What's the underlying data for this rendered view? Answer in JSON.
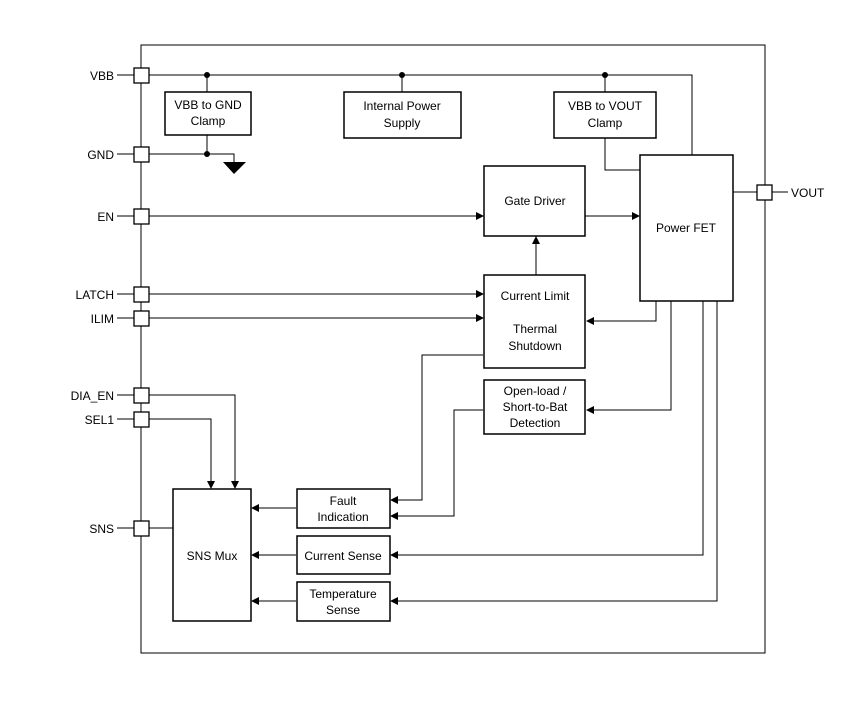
{
  "pins": {
    "vbb": "VBB",
    "gnd": "GND",
    "en": "EN",
    "latch": "LATCH",
    "ilim": "ILIM",
    "dia_en": "DIA_EN",
    "sel1": "SEL1",
    "sns": "SNS",
    "vout": "VOUT"
  },
  "blocks": {
    "vbb_gnd_clamp": [
      "VBB to GND",
      "Clamp"
    ],
    "internal_power_supply": [
      "Internal Power",
      "Supply"
    ],
    "vbb_vout_clamp": [
      "VBB to VOUT",
      "Clamp"
    ],
    "gate_driver": [
      "Gate Driver"
    ],
    "power_fet": [
      "Power FET"
    ],
    "current_limit": [
      "Current Limit"
    ],
    "thermal_shutdown": [
      "Thermal",
      "Shutdown"
    ],
    "open_load": [
      "Open-load /",
      "Short-to-Bat",
      "Detection"
    ],
    "fault_indication": [
      "Fault",
      "Indication"
    ],
    "current_sense": [
      "Current Sense"
    ],
    "temperature_sense": [
      "Temperature",
      "Sense"
    ],
    "sns_mux": [
      "SNS Mux"
    ]
  }
}
